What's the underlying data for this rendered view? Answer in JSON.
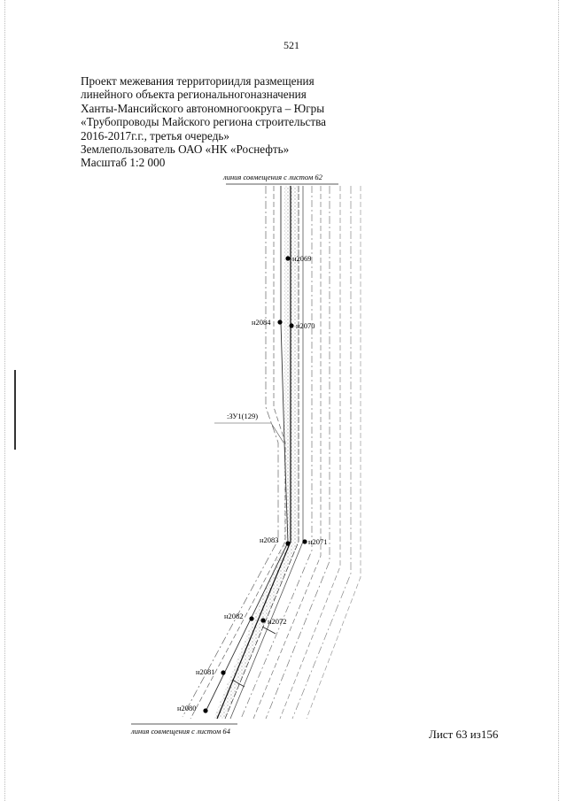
{
  "page_number": "521",
  "header": {
    "lines": [
      "Проект межевания территориидля размещения",
      "линейного объекта региональногоназначения",
      "Ханты-Мансийского автономногоокруга – Югры",
      "«Трубопроводы Майского региона строительства",
      "2016-2017г.г., третья очередь»",
      "Землепользователь ОАО «НК «Роснефть»",
      "Масштаб 1:2 000"
    ]
  },
  "map": {
    "top_match_line": "линия совмещения с листом 62",
    "bottom_match_line": "линия совмещения с листом 64",
    "parcel_label": ":ЗУ1(129)",
    "points": [
      "н2069",
      "н2084",
      "н2070",
      "н2083",
      "н2071",
      "н2082",
      "н2072",
      "н2081",
      "н2080"
    ]
  },
  "sheet_label": "Лист 63 из156"
}
